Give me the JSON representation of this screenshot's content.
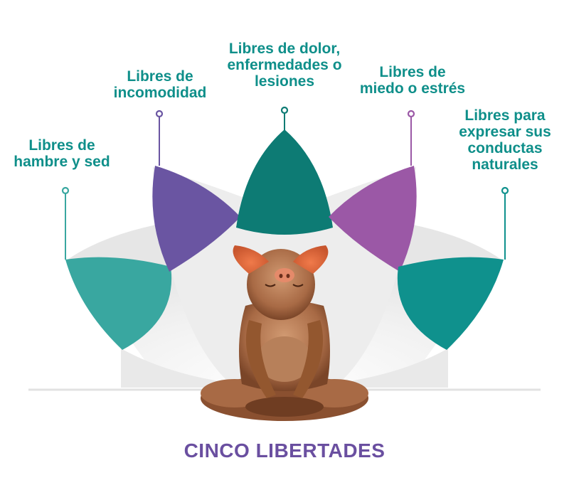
{
  "title": "CINCO LIBERTADES",
  "colors": {
    "teal_light": "#39a7a0",
    "violet": "#6a55a2",
    "teal_dark": "#0d7b74",
    "orchid": "#9b58a6",
    "teal": "#0f918d",
    "label_text": "#0f8f8a",
    "title_text": "#6a4fa0"
  },
  "freedoms": [
    {
      "label": "Libres de\nhambre y sed",
      "color": "#39a7a0"
    },
    {
      "label": "Libres de\nincomodidad",
      "color": "#6a55a2"
    },
    {
      "label": "Libres de dolor,\nenfermedades o\nlesiones",
      "color": "#0d7b74"
    },
    {
      "label": "Libres de\nmiedo o estrés",
      "color": "#9b58a6"
    },
    {
      "label": "Libres para\nexpresar sus\nconductas\nnaturales",
      "color": "#0f918d"
    }
  ]
}
